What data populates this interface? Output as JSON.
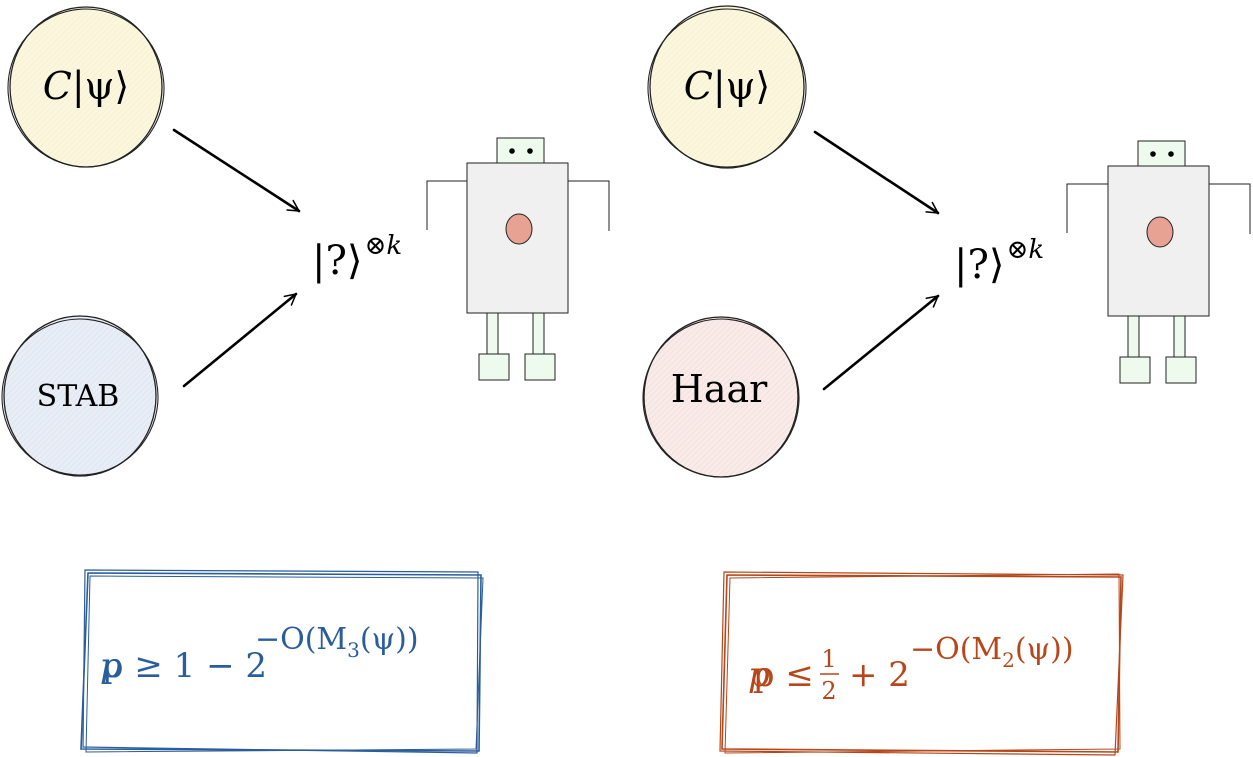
{
  "left_panel": {
    "top_circle": {
      "italic": "C",
      "rest": "|ψ⟩"
    },
    "bottom_circle": {
      "label": "STAB"
    },
    "target_state": {
      "ket": "|?⟩",
      "power": "⊗",
      "k": "k"
    },
    "result": {
      "lhs": "p ≥ 1 − 2",
      "exp_a": "−O(M",
      "exp_sub": "3",
      "exp_b": "(ψ))",
      "color": "#2a5d9b"
    }
  },
  "right_panel": {
    "top_circle": {
      "italic": "C",
      "rest": "|ψ⟩"
    },
    "bottom_circle": {
      "label": "Haar"
    },
    "target_state": {
      "ket": "|?⟩",
      "power": "⊗",
      "k": "k"
    },
    "result": {
      "p_leq": "p ≤",
      "frac_num": "1",
      "frac_den": "2",
      "plus_two": "+ 2",
      "exp_a": "−O(M",
      "exp_sub": "2",
      "exp_b": "(ψ))",
      "color": "#b5471b"
    }
  },
  "colors": {
    "top_circle_fill": "#fbf7de",
    "stab_fill": "#e8edf6",
    "haar_fill": "#f8ebe9",
    "robot_body": "#f0f0f0",
    "robot_green": "#eefaee",
    "robot_heart": "#e8a294"
  }
}
